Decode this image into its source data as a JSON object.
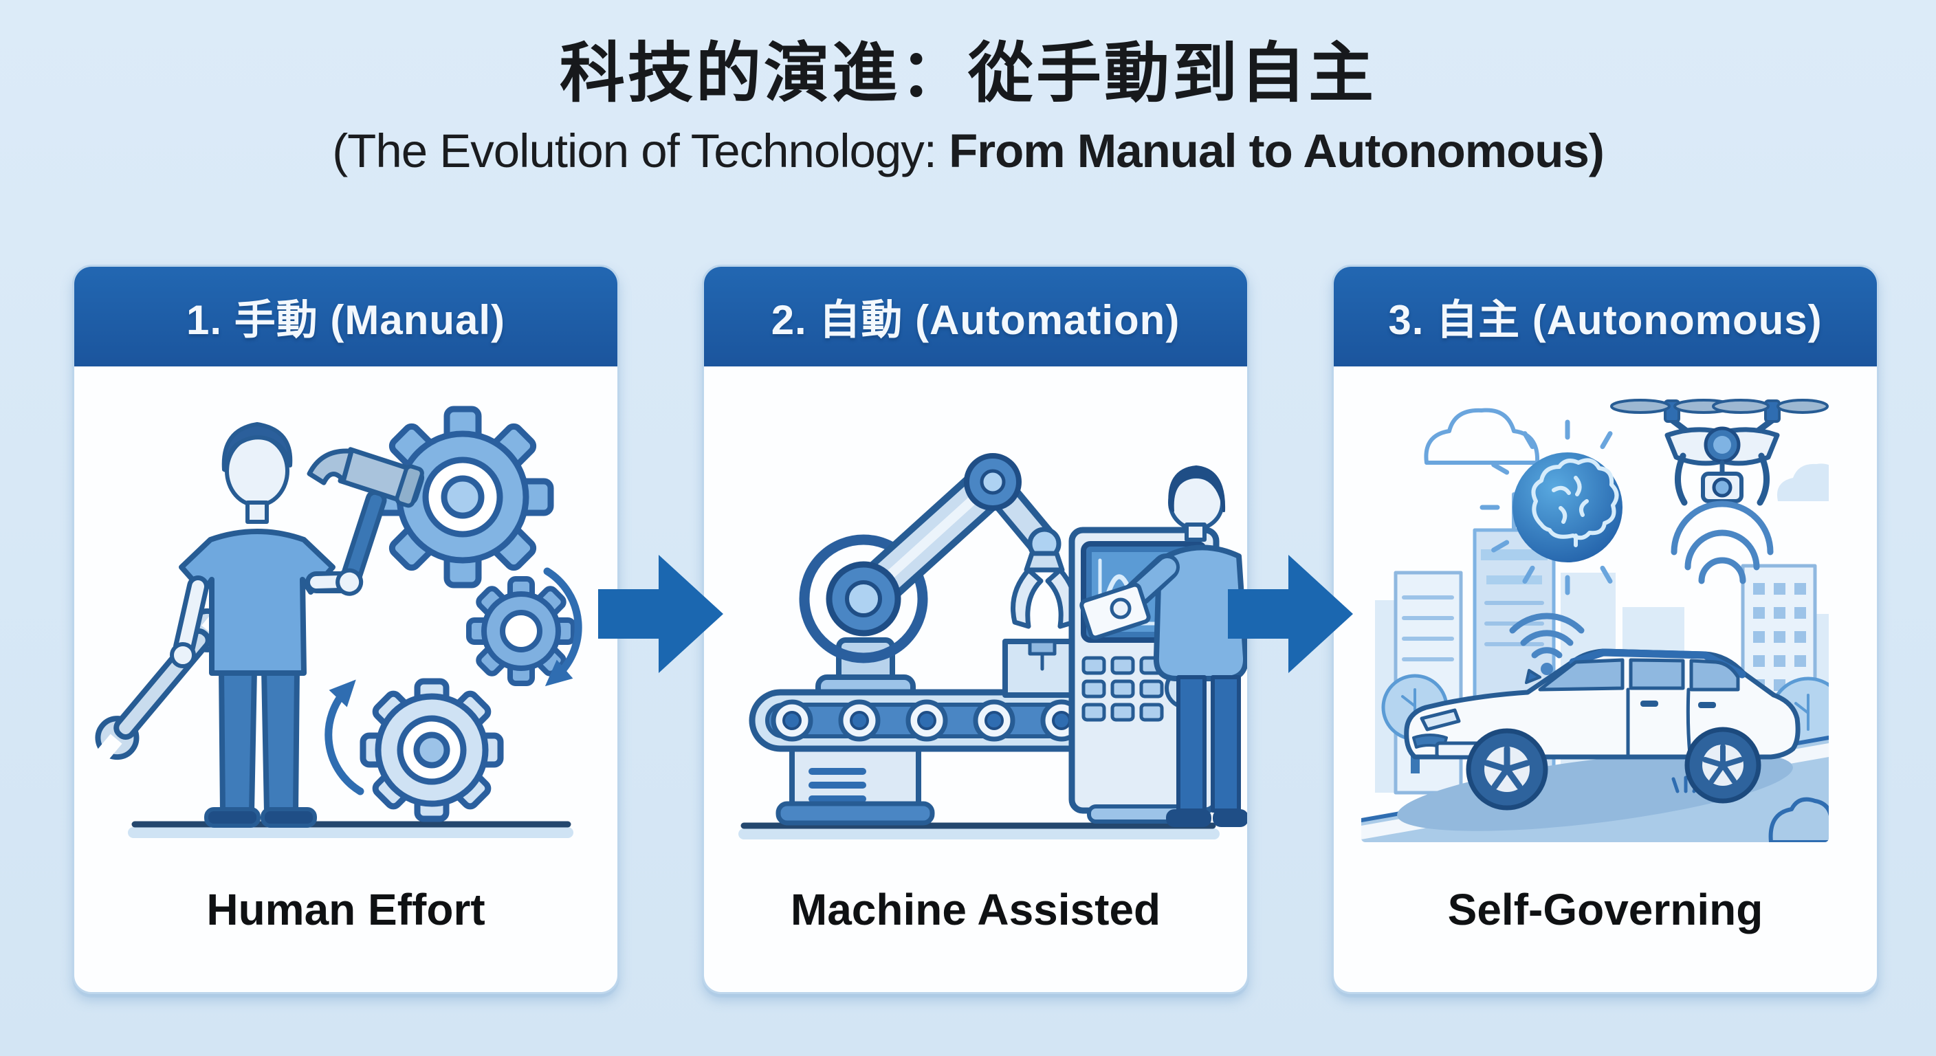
{
  "header": {
    "title": "科技的演進：從手動到自主",
    "subtitle_regular": "(The Evolution of Technology: ",
    "subtitle_bold": "From Manual to Autonomous)"
  },
  "stages": [
    {
      "header_label": "1. 手動 (Manual)",
      "caption": "Human Effort",
      "illustration": "worker-with-hammer-wrench-and-gears"
    },
    {
      "header_label": "2. 自動 (Automation)",
      "caption": "Machine Assisted",
      "illustration": "robot-arm-conveyor-control-panel-operator"
    },
    {
      "header_label": "3. 自主 (Autonomous)",
      "caption": "Self-Governing",
      "illustration": "self-driving-car-drone-ai-brain-city"
    }
  ],
  "flow": {
    "arrow_count": 2,
    "direction": "right"
  },
  "colors": {
    "background": "#d8e8f6",
    "card_body": "#fdfeff",
    "card_border": "#bdd6ec",
    "header_bar": "#1e5ca6",
    "header_text": "#f3f8fd",
    "arrow": "#1b67b0",
    "title_text": "#17191c",
    "caption_text": "#0f1113",
    "line_dark": "#275c94",
    "fill_mid_blue": "#4a86c4",
    "fill_light_blue": "#cfe3f4"
  }
}
